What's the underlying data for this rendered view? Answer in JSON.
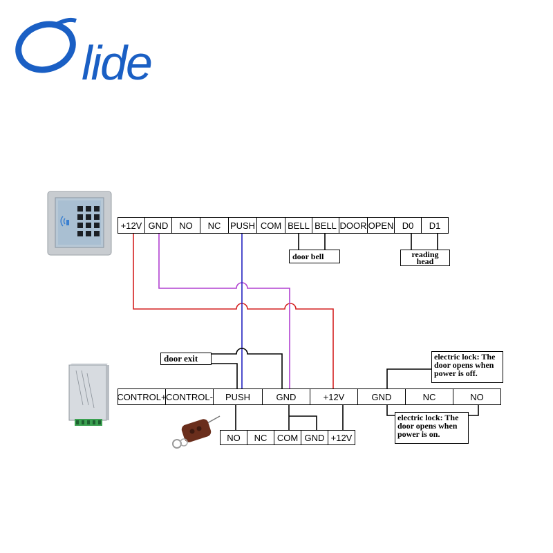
{
  "logo": {
    "text": "lide",
    "color": "#1a5fc4"
  },
  "controller_terminals": [
    "+12V",
    "GND",
    "NO",
    "NC",
    "PUSH",
    "COM",
    "BELL",
    "BELL",
    "DOOR",
    "OPEN",
    "D0",
    "D1"
  ],
  "power_terminals": [
    "CONTROL+",
    "CONTROL-",
    "PUSH",
    "GND",
    "+12V",
    "GND",
    "NC",
    "NO"
  ],
  "relay_terminals": [
    "NO",
    "NC",
    "COM",
    "GND",
    "+12V"
  ],
  "labels": {
    "door_bell": "door bell",
    "reading_head": "reading head",
    "door_exit": "door exit",
    "lock_power_off": "electric lock: The door opens when power is off.",
    "lock_power_on": "electric lock: The door opens when power is on."
  },
  "wire_colors": {
    "red": "#d42020",
    "purple": "#b040d0",
    "blue": "#2020c0",
    "black": "#000000"
  },
  "icons": [
    "keypad-reader-icon",
    "power-supply-icon",
    "remote-control-icon"
  ]
}
